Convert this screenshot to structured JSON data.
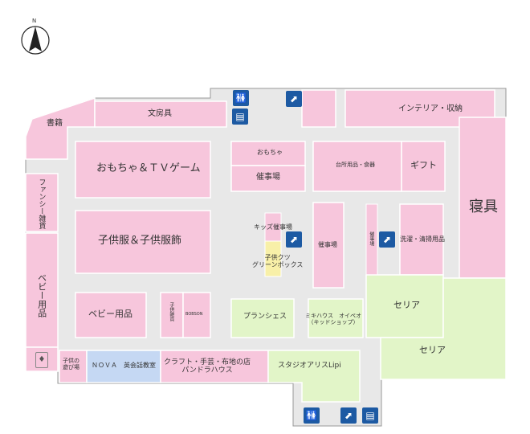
{
  "compass": {
    "north_label": "N"
  },
  "colors": {
    "tenant": "#f7c6dc",
    "food": "#e2f5c8",
    "school": "#c5d8f3",
    "kids": "#f8f0a8",
    "walkway": "#e8e8e8",
    "outline": "#999999",
    "icon": "#1d5aa3"
  },
  "stores": {
    "shoseki": "書籍",
    "bunbougu": "文房具",
    "interior": "インテリア・収納",
    "omocha_small": "おもちゃ",
    "saiji1": "催事場",
    "omocha_tv": "おもちゃ＆ＴＶゲーム",
    "daidokoro": "台所用品・食器",
    "gift": "ギフト",
    "shingu": "寝具",
    "fancy": "ファンシー雑貨",
    "kodomofuku": "子供服＆子供服飾",
    "kids_saiji": "キッズ催事場",
    "kids_green": "子供クツ\nグリーンボックス",
    "saiji2": "催事場",
    "saiji3": "催事場",
    "sentaku": "洗濯・清掃用品",
    "baby1": "ベビー用品",
    "baby2": "ベビー用品",
    "kodomo_zakka": "子供雑貨",
    "bobson": "BOBSON",
    "pranses": "プランシェス",
    "mikihouse": "ミキハウス　オイペオ\n（キッドショップ）",
    "seria1": "セリア",
    "seria2": "セリア",
    "kids_play": "子供の\n遊び場",
    "nova": "ＮＯＶＡ　英会話教室",
    "craft": "クラフト・手芸・布地の店\nパンドラハウス",
    "studio": "スタジオアリスLipi"
  },
  "icons": {
    "restroom_top": "restroom-icon",
    "escalator_top": "escalator-icon",
    "elevator_top": "elevator-icon",
    "escalator_mid": "escalator-icon",
    "escalator_right": "escalator-icon",
    "restroom_bottom": "restroom-icon",
    "escalator_bottom": "escalator-icon",
    "elevator_bottom": "elevator-icon",
    "nursing": "baby-bottle-icon"
  }
}
